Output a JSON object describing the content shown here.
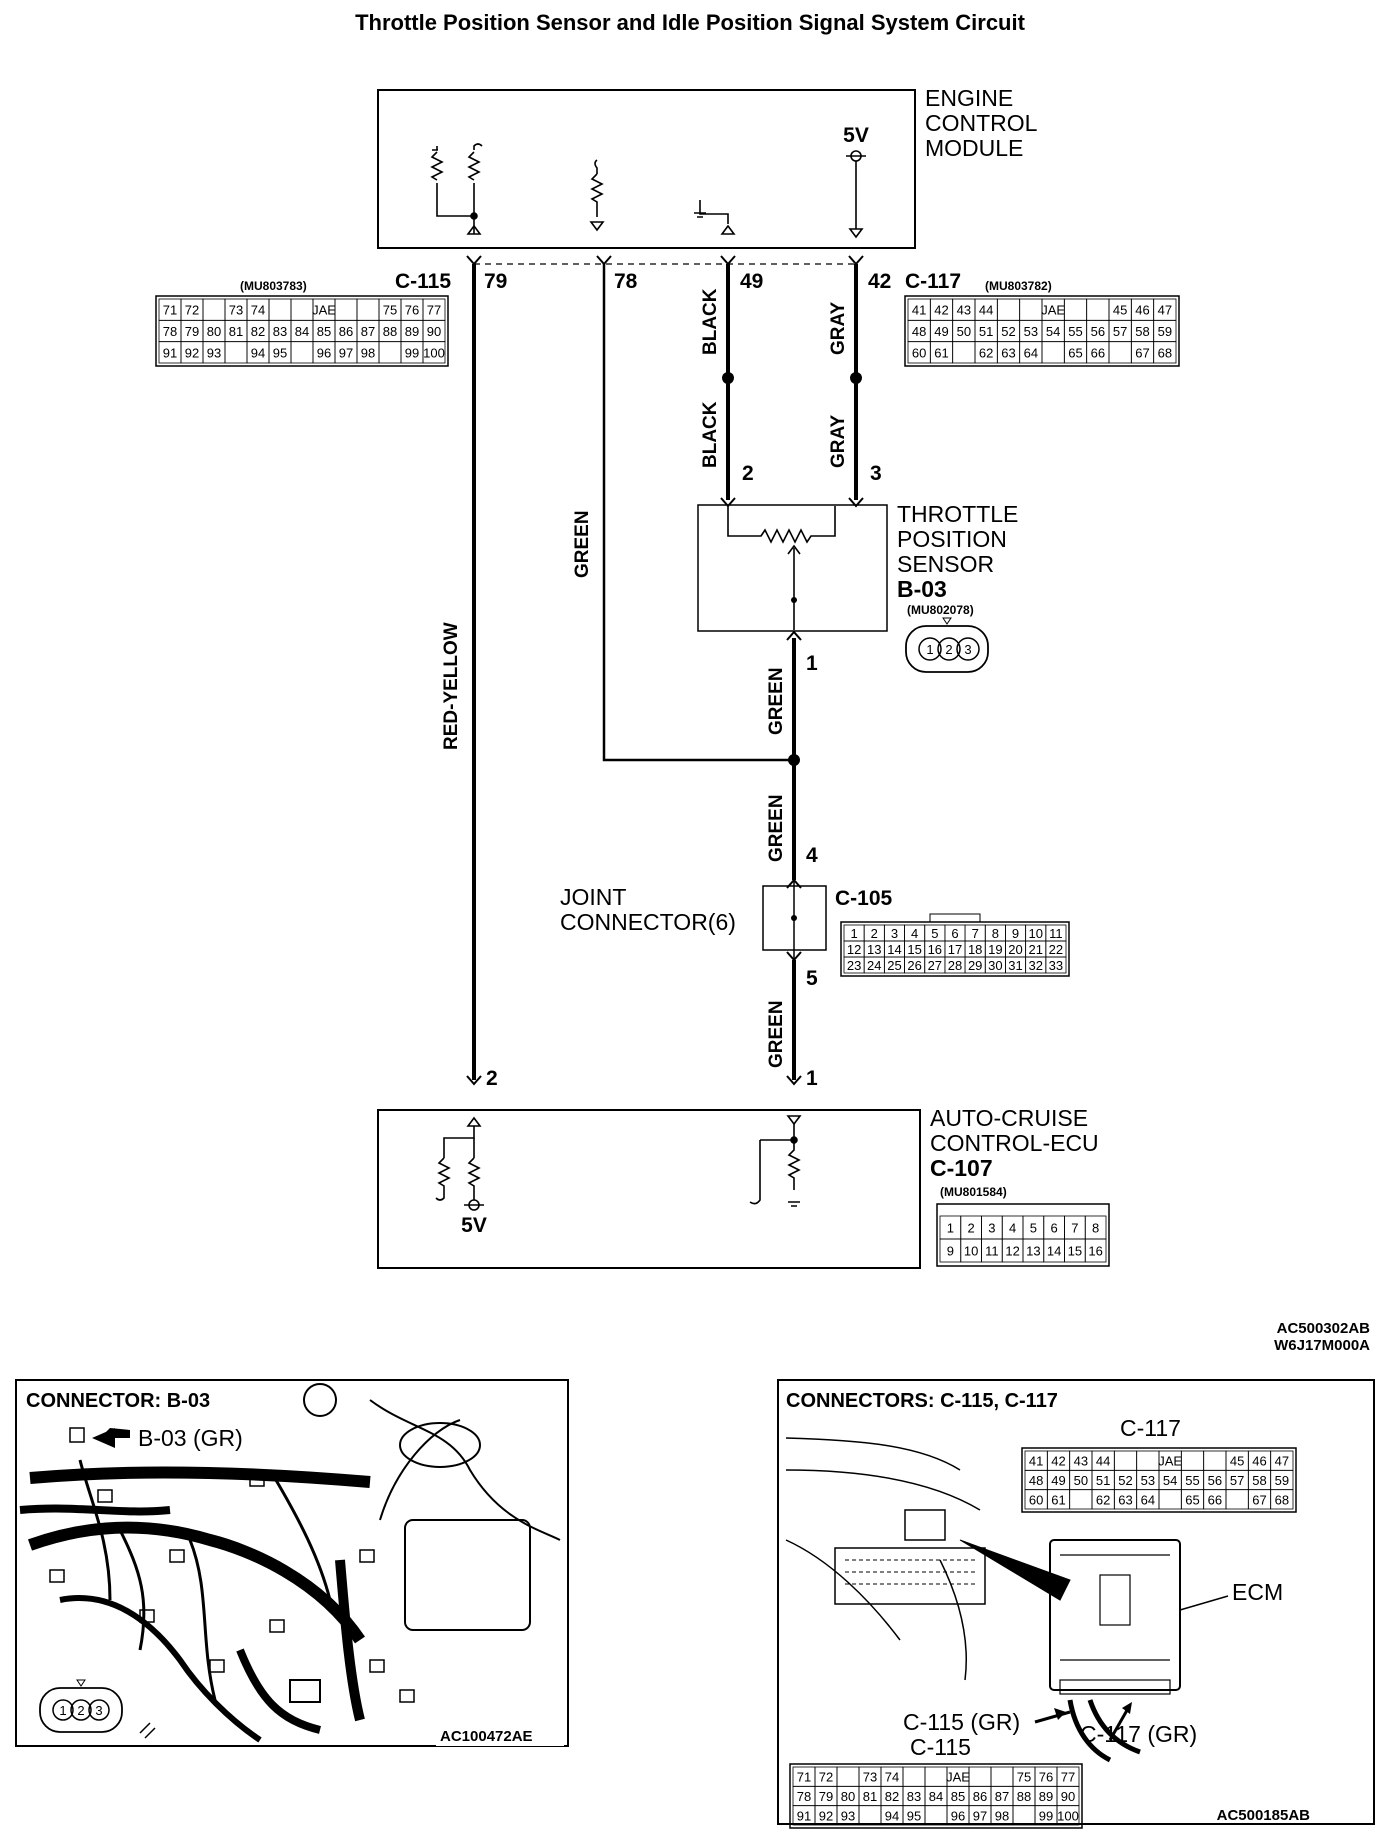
{
  "title": "Throttle Position Sensor and Idle Position Signal System Circuit",
  "ecm": {
    "line1": "ENGINE",
    "line2": "CONTROL",
    "line3": "MODULE",
    "supply": "5V"
  },
  "c115": {
    "name": "C-115",
    "part": "(MU803783)",
    "pin79": "79",
    "pin78": "78",
    "rows": [
      [
        "71",
        "72",
        "",
        "73",
        "74",
        "",
        "",
        "JAE",
        "",
        "",
        "75",
        "76",
        "77"
      ],
      [
        "78",
        "79",
        "80",
        "81",
        "82",
        "83",
        "84",
        "85",
        "86",
        "87",
        "88",
        "89",
        "90"
      ],
      [
        "91",
        "92",
        "93",
        "",
        "94",
        "95",
        "",
        "96",
        "97",
        "98",
        "",
        "99",
        "100"
      ]
    ]
  },
  "c117": {
    "name": "C-117",
    "part": "(MU803782)",
    "pin49": "49",
    "pin42": "42",
    "rows": [
      [
        "41",
        "42",
        "43",
        "44",
        "",
        "",
        "JAE",
        "",
        "",
        "45",
        "46",
        "47"
      ],
      [
        "48",
        "49",
        "50",
        "51",
        "52",
        "53",
        "54",
        "55",
        "56",
        "57",
        "58",
        "59"
      ],
      [
        "60",
        "61",
        "",
        "62",
        "63",
        "64",
        "",
        "65",
        "66",
        "",
        "67",
        "68"
      ]
    ]
  },
  "wires": {
    "black": "BLACK",
    "gray": "GRAY",
    "green": "GREEN",
    "red_yellow": "RED-YELLOW"
  },
  "tps": {
    "line1": "THROTTLE",
    "line2": "POSITION",
    "line3": "SENSOR",
    "code": "B-03",
    "part": "(MU802078)",
    "pin2": "2",
    "pin3": "3",
    "pin1": "1",
    "pins": [
      "1",
      "2",
      "3"
    ]
  },
  "joint": {
    "line1": "JOINT",
    "line2": "CONNECTOR(6)",
    "code": "C-105",
    "pin4": "4",
    "pin5": "5",
    "rows": [
      [
        "1",
        "2",
        "3",
        "4",
        "5",
        "6",
        "7",
        "8",
        "9",
        "10",
        "11"
      ],
      [
        "12",
        "13",
        "14",
        "15",
        "16",
        "17",
        "18",
        "19",
        "20",
        "21",
        "22"
      ],
      [
        "23",
        "24",
        "25",
        "26",
        "27",
        "28",
        "29",
        "30",
        "31",
        "32",
        "33"
      ]
    ]
  },
  "acecu": {
    "line1": "AUTO-CRUISE",
    "line2": "CONTROL-ECU",
    "code": "C-107",
    "part": "(MU801584)",
    "pin2": "2",
    "pin1": "1",
    "supply": "5V",
    "rows": [
      [
        "1",
        "2",
        "3",
        "4",
        "5",
        "6",
        "7",
        "8"
      ],
      [
        "9",
        "10",
        "11",
        "12",
        "13",
        "14",
        "15",
        "16"
      ]
    ]
  },
  "refs": {
    "ref1": "AC500302AB",
    "ref2": "W6J17M000A"
  },
  "panel_b03": {
    "title": "CONNECTOR: B-03",
    "arrow_label": "B-03 (GR)",
    "ref": "AC100472AE",
    "pins": [
      "1",
      "2",
      "3"
    ]
  },
  "panel_ecm": {
    "title": "CONNECTORS: C-115, C-117",
    "c117_label": "C-117",
    "c115_label": "C-115",
    "ecm_label": "ECM",
    "c115_arrow": "C-115 (GR)",
    "c117_arrow": "C-117 (GR)",
    "ref": "AC500185AB"
  },
  "colors": {
    "line": "#000000",
    "background": "#ffffff"
  }
}
